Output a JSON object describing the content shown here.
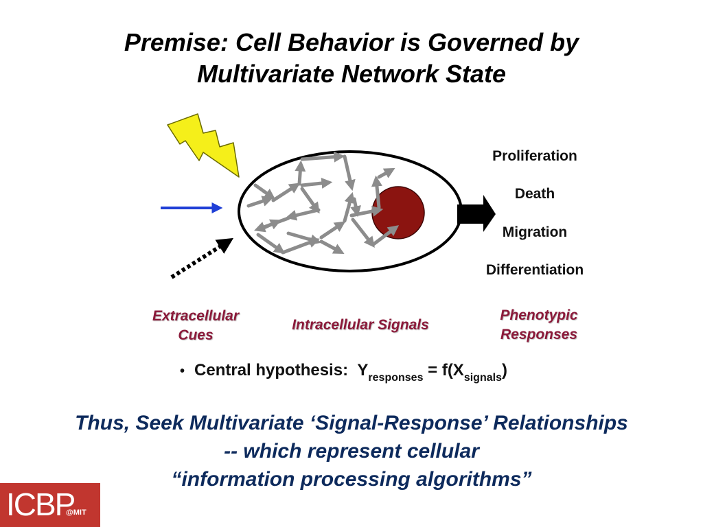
{
  "title": {
    "line1": "Premise: Cell Behavior is Governed by",
    "line2": "Multivariate Network State"
  },
  "responses": [
    "Proliferation",
    "Death",
    "Migration",
    "Differentiation"
  ],
  "captions": {
    "extracellular_line1": "Extracellular",
    "extracellular_line2": "Cues",
    "intracellular": "Intracellular Signals",
    "phenotypic_line1": "Phenotypic",
    "phenotypic_line2": "Responses"
  },
  "hypothesis": {
    "bullet": "•",
    "label": "Central hypothesis:",
    "y": "Y",
    "y_sub": "responses",
    "eq": "= f(X",
    "x_sub": "signals",
    "close": ")"
  },
  "conclusion": {
    "line1": "Thus, Seek Multivariate ‘Signal-Response’ Relationships",
    "line2": "-- which represent cellular",
    "line3": "“information processing algorithms”"
  },
  "logo": {
    "main": "ICBP",
    "suffix": "@MIT"
  },
  "colors": {
    "caption": "#8b1a3a",
    "conclusion": "#0d2a5c",
    "nucleus": "#8b1410",
    "lightning": "#f5ef1a",
    "blue_arrow": "#1f3fd6",
    "logo_bg": "#c1362f"
  }
}
